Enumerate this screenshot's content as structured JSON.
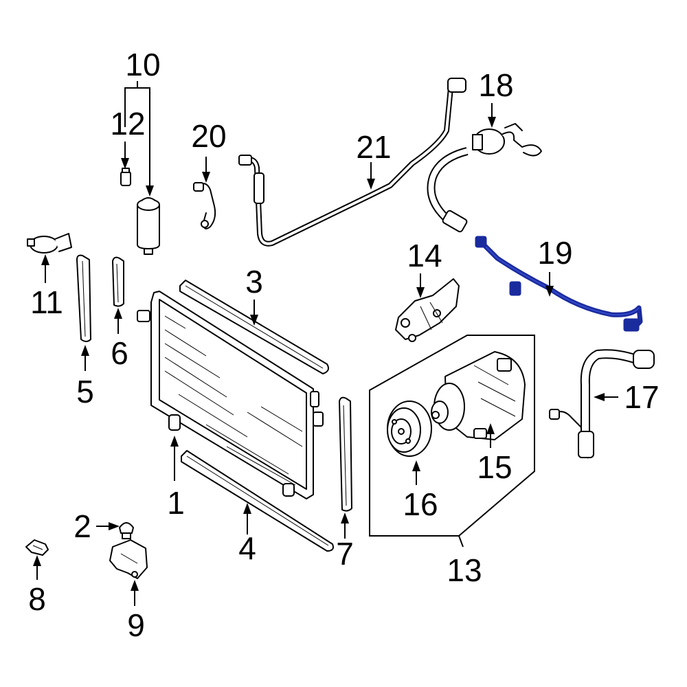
{
  "callouts": {
    "c1": "1",
    "c2": "2",
    "c3": "3",
    "c4": "4",
    "c5": "5",
    "c6": "6",
    "c7": "7",
    "c8": "8",
    "c9": "9",
    "c10": "10",
    "c11": "11",
    "c12": "12",
    "c13": "13",
    "c14": "14",
    "c15": "15",
    "c16": "16",
    "c17": "17",
    "c18": "18",
    "c19": "19",
    "c20": "20",
    "c21": "21"
  },
  "colors": {
    "highlight": "#1a2b9e",
    "line": "#000000",
    "background": "#ffffff"
  }
}
